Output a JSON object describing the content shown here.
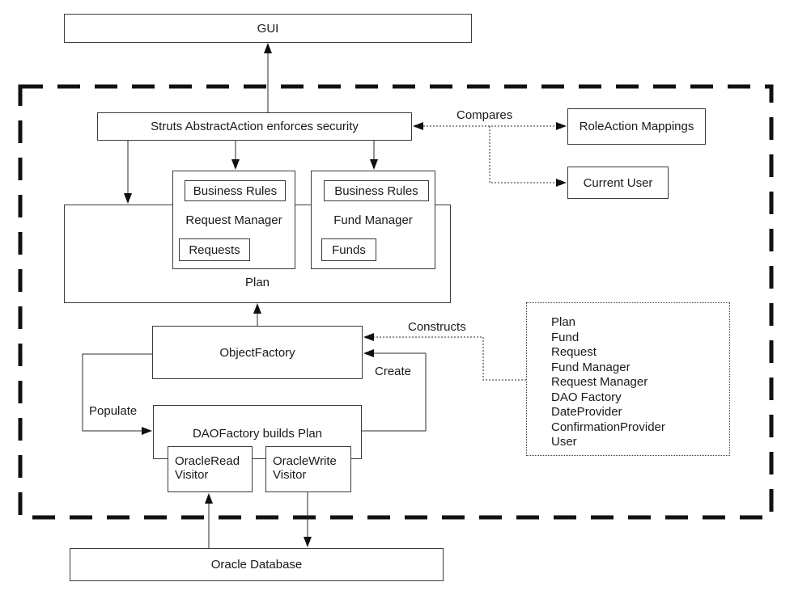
{
  "colors": {
    "background": "#ffffff",
    "line": "#2b2b2b",
    "text": "#1a1a1a"
  },
  "boxes": {
    "gui": {
      "label": "GUI"
    },
    "struts": {
      "label": "Struts AbstractAction enforces security"
    },
    "role_action_mappings": {
      "label": "RoleAction Mappings"
    },
    "current_user": {
      "label": "Current User"
    },
    "plan": {
      "label": "Plan"
    },
    "request_manager": {
      "label": "Request Manager",
      "business_rules": "Business Rules",
      "requests": "Requests"
    },
    "fund_manager": {
      "label": "Fund Manager",
      "business_rules": "Business Rules",
      "funds": "Funds"
    },
    "object_factory": {
      "label": "ObjectFactory"
    },
    "dao_factory": {
      "label": "DAOFactory builds Plan"
    },
    "oracle_read_visitor": {
      "label": "OracleRead Visitor"
    },
    "oracle_write_visitor": {
      "label": "OracleWrite Visitor"
    },
    "oracle_database": {
      "label": "Oracle Database"
    }
  },
  "edge_labels": {
    "compares": "Compares",
    "constructs": "Constructs",
    "create": "Create",
    "populate": "Populate"
  },
  "constructs_box": {
    "items": [
      "Plan",
      "Fund",
      "Request",
      "Fund Manager",
      "Request Manager",
      "DAO Factory",
      "DateProvider",
      "ConfirmationProvider",
      "User"
    ]
  }
}
